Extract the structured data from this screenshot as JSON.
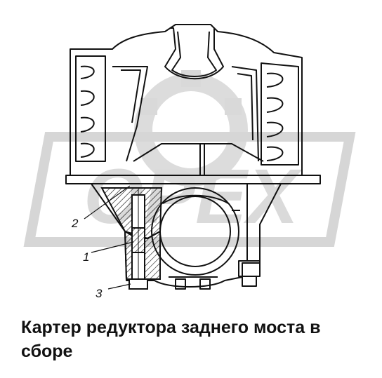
{
  "caption": "Картер редуктора заднего моста в сборе",
  "callouts": {
    "c1": "1",
    "c2": "2",
    "c3": "3"
  },
  "watermark": {
    "text": "ОРЕХ",
    "color": "#d9d9d9"
  },
  "colors": {
    "line": "#111111",
    "watermark": "#d9d9d9"
  }
}
